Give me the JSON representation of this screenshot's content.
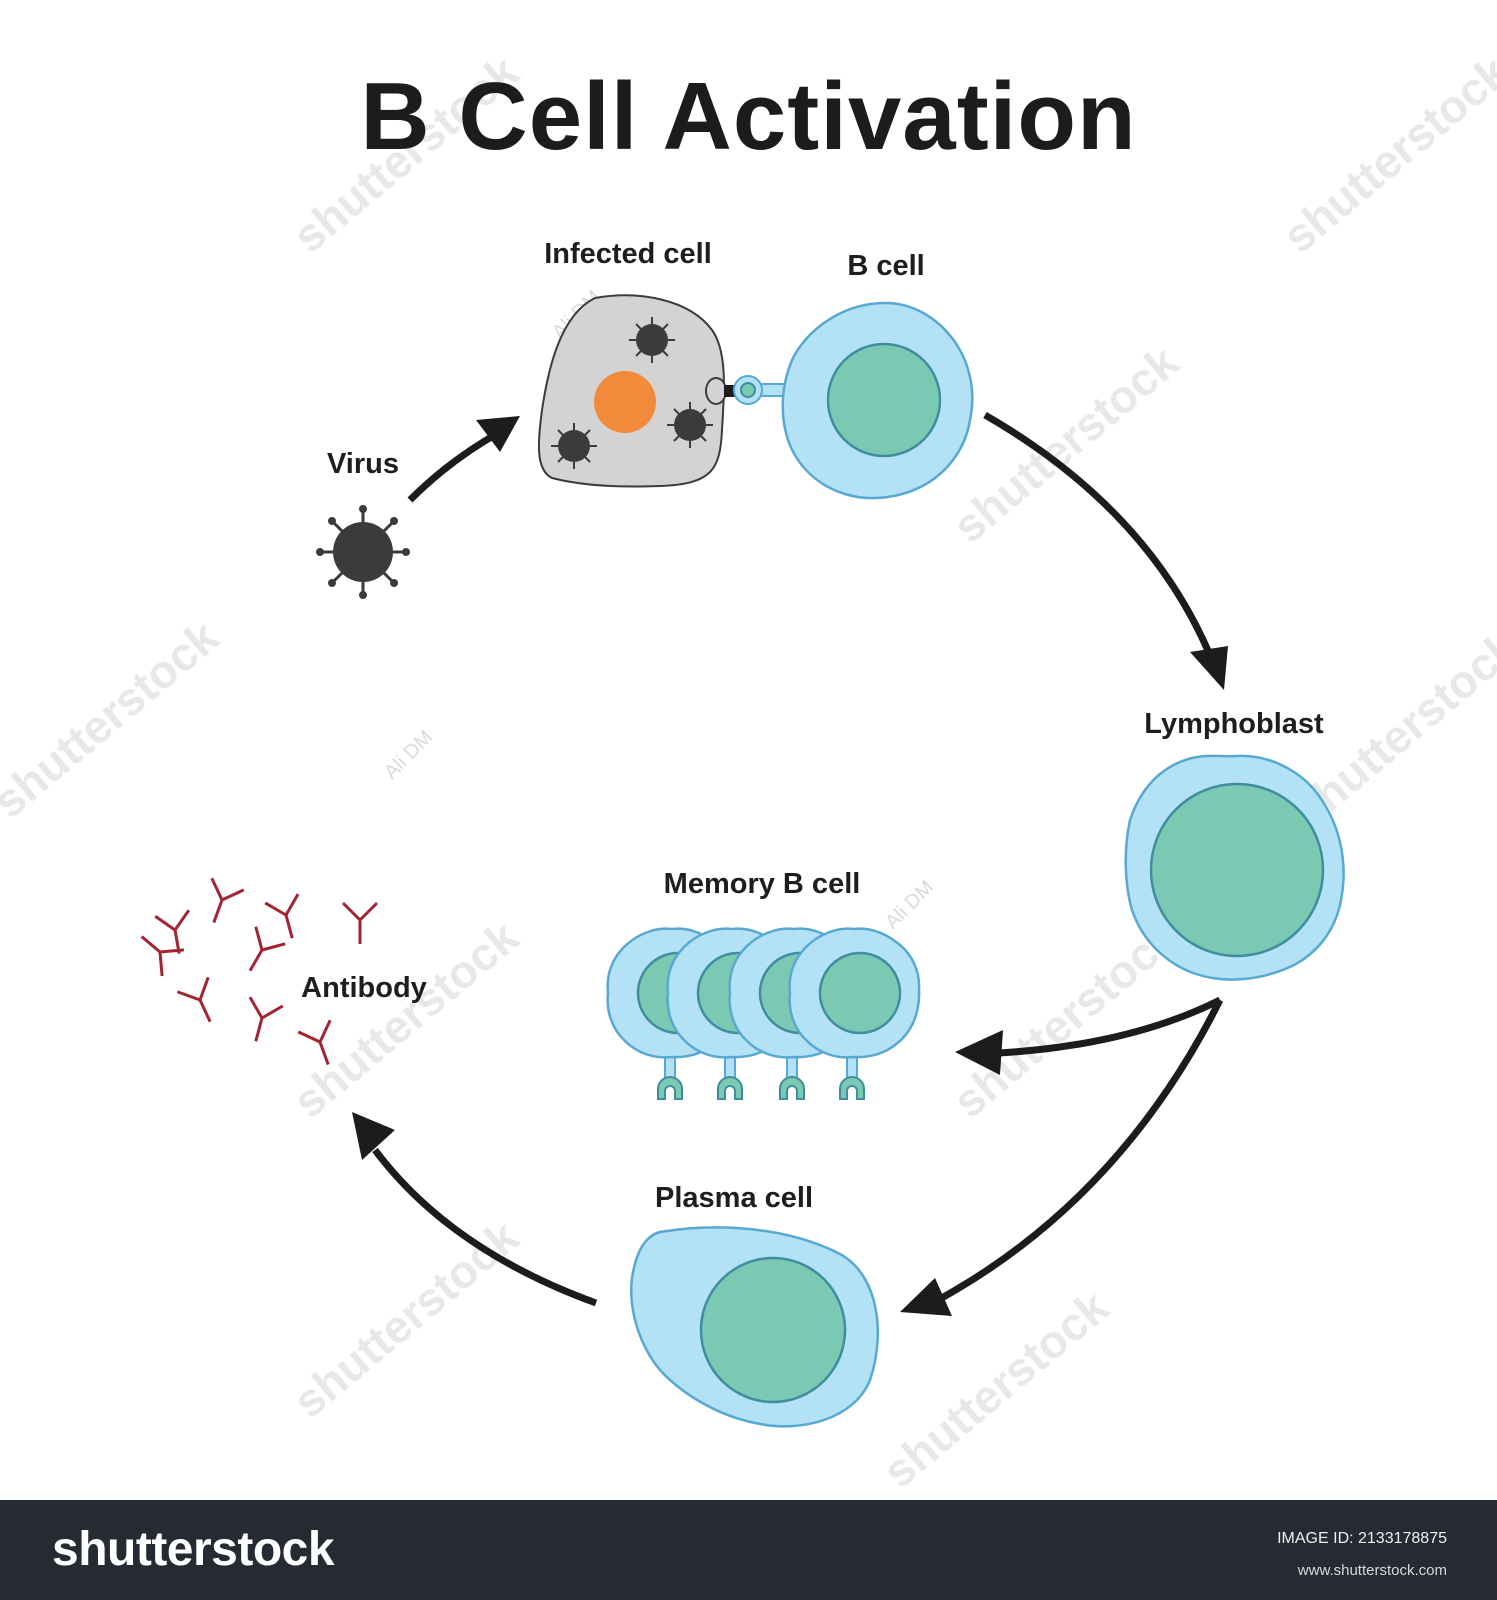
{
  "title": "B Cell Activation",
  "labels": {
    "infected_cell": "Infected cell",
    "b_cell": "B cell",
    "virus": "Virus",
    "lymphoblast": "Lymphoblast",
    "memory_b_cell": "Memory B cell",
    "antibody": "Antibody",
    "plasma_cell": "Plasma cell"
  },
  "watermark": {
    "text": "shutterstock",
    "author": "Ali DM"
  },
  "footer": {
    "brand": "shutterstock",
    "image_id": "IMAGE ID: 2133178875",
    "url": "www.shutterstock.com"
  },
  "colors": {
    "cell_membrane": "#b3e1f6",
    "cell_outline": "#58a9d1",
    "nucleus": "#7cc9b3",
    "nucleus_outline": "#3f8da0",
    "virus": "#3b3b3b",
    "infected_cell": "#d3d3d3",
    "infected_nucleus": "#f18a3a",
    "antibody": "#a32431",
    "arrow": "#1c1c1c",
    "footer_bg": "#262a33"
  }
}
